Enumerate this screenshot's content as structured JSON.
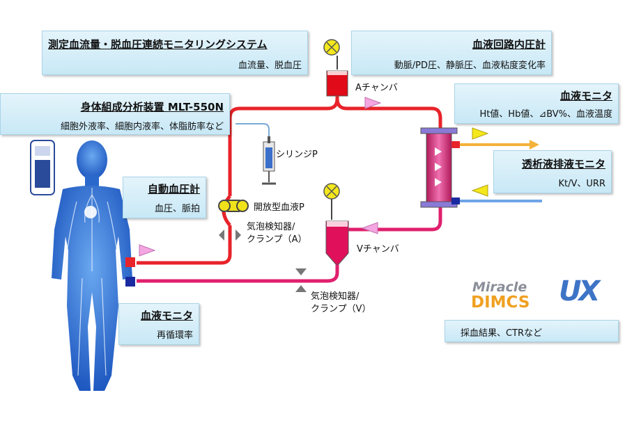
{
  "boxes": {
    "monitoring": {
      "title": "測定血流量・脱血圧連続モニタリングシステム",
      "sub": "血流量、脱血圧"
    },
    "circuit_pressure": {
      "title": "血液回路内圧計",
      "sub": "動脈/PD圧、静脈圧、血液粘度変化率"
    },
    "body_comp": {
      "title": "身体組成分析装置 MLT-550N",
      "sub": "細胞外液率、細胞内液率、体脂肪率など"
    },
    "blood_monitor_top": {
      "title": "血液モニタ",
      "sub": "Ht値、Hb値、⊿BV%、血液温度"
    },
    "dialysate_monitor": {
      "title": "透析液排液モニタ",
      "sub": "Kt/V、URR"
    },
    "auto_bp": {
      "title": "自動血圧計",
      "sub": "血圧、脈拍"
    },
    "blood_monitor_bottom": {
      "title": "血液モニタ",
      "sub": "再循環率"
    },
    "dimcs": {
      "sub": "採血結果、CTRなど"
    }
  },
  "labels": {
    "a_chamber": "Aチャンバ",
    "v_chamber": "Vチャンバ",
    "syringe": "シリンジP",
    "open_pump": "開放型血液P",
    "bubble_a_1": "気泡検知器/",
    "bubble_a_2": "クランプ（A）",
    "bubble_v_1": "気泡検知器/",
    "bubble_v_2": "クランプ（V）"
  },
  "logo": {
    "line1": "Miracle",
    "line2": "DIMCS",
    "mark": "UX"
  },
  "colors": {
    "artery": "#e8232a",
    "vein": "#e0206e",
    "chamber_a": "#e10a18",
    "chamber_v": "#e0105a",
    "dialyzer": "#d9307a",
    "box_bg": "#d3ecf8",
    "figure": "#1f5fc4",
    "arrow_pink": "#f4a6e0",
    "arrow_yellow": "#f4e81c",
    "dialysate_out": "#f4b23a",
    "dialysate_in": "#6ea4e6"
  }
}
